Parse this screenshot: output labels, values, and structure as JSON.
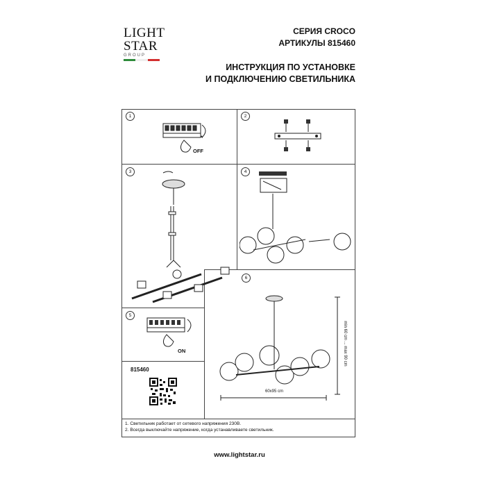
{
  "brand": {
    "line1": "LIGHT",
    "line2": "STAR",
    "line3": "GROUP",
    "flag_colors": [
      "#2e8b3a",
      "#ffffff",
      "#d32f2f"
    ]
  },
  "header": {
    "series": "СЕРИЯ CROCO",
    "articles": "АРТИКУЛЫ 815460",
    "title_line1": "ИНСТРУКЦИЯ ПО УСТАНОВКЕ",
    "title_line2": "И ПОДКЛЮЧЕНИЮ СВЕТИЛЬНИКА"
  },
  "steps": {
    "s1": "1",
    "s2": "2",
    "s3": "3",
    "s4": "4",
    "s5": "5",
    "s6": "6",
    "off_label": "OFF",
    "on_label": "ON"
  },
  "dimensions": {
    "height": "min 60 cm ... max 90 cm",
    "width": "60x95 cm"
  },
  "article_code": "815460",
  "notes": [
    "1. Светильник работает от сетевого напряжения 230В.",
    "2. Всегда выключайте напряжение, когда устанавливаете светильник."
  ],
  "footer": {
    "url": "www.lightstar.ru"
  }
}
